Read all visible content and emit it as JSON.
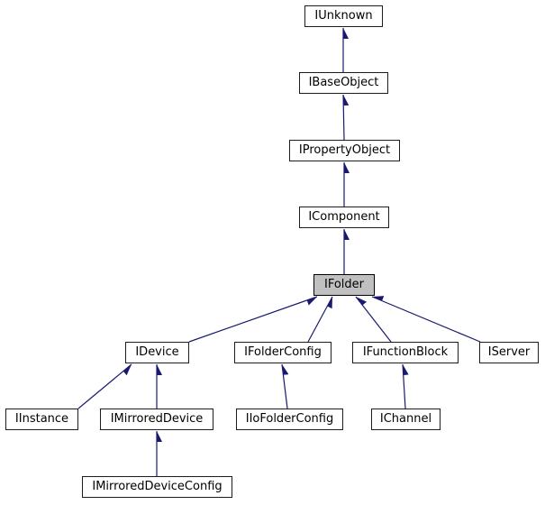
{
  "diagram": {
    "kind": "class-inheritance-diagram",
    "highlighted_node": "IFolder",
    "colors": {
      "edge": "#191970",
      "node_border": "#1c1c1c",
      "node_fill": "#ffffff",
      "highlight_fill": "#c0c0c0",
      "text": "#000000",
      "background": "#ffffff"
    },
    "nodes": [
      {
        "label": "IUnknown"
      },
      {
        "label": "IBaseObject"
      },
      {
        "label": "IPropertyObject"
      },
      {
        "label": "IComponent"
      },
      {
        "label": "IFolder"
      },
      {
        "label": "IDevice"
      },
      {
        "label": "IFolderConfig"
      },
      {
        "label": "IFunctionBlock"
      },
      {
        "label": "IServer"
      },
      {
        "label": "IInstance"
      },
      {
        "label": "IMirroredDevice"
      },
      {
        "label": "IIoFolderConfig"
      },
      {
        "label": "IChannel"
      },
      {
        "label": "IMirroredDeviceConfig"
      }
    ],
    "edges": [
      {
        "from": "IBaseObject",
        "to": "IUnknown"
      },
      {
        "from": "IPropertyObject",
        "to": "IBaseObject"
      },
      {
        "from": "IComponent",
        "to": "IPropertyObject"
      },
      {
        "from": "IFolder",
        "to": "IComponent"
      },
      {
        "from": "IDevice",
        "to": "IFolder"
      },
      {
        "from": "IFolderConfig",
        "to": "IFolder"
      },
      {
        "from": "IFunctionBlock",
        "to": "IFolder"
      },
      {
        "from": "IServer",
        "to": "IFolder"
      },
      {
        "from": "IInstance",
        "to": "IDevice"
      },
      {
        "from": "IMirroredDevice",
        "to": "IDevice"
      },
      {
        "from": "IIoFolderConfig",
        "to": "IFolderConfig"
      },
      {
        "from": "IChannel",
        "to": "IFunctionBlock"
      },
      {
        "from": "IMirroredDeviceConfig",
        "to": "IMirroredDevice"
      }
    ]
  }
}
